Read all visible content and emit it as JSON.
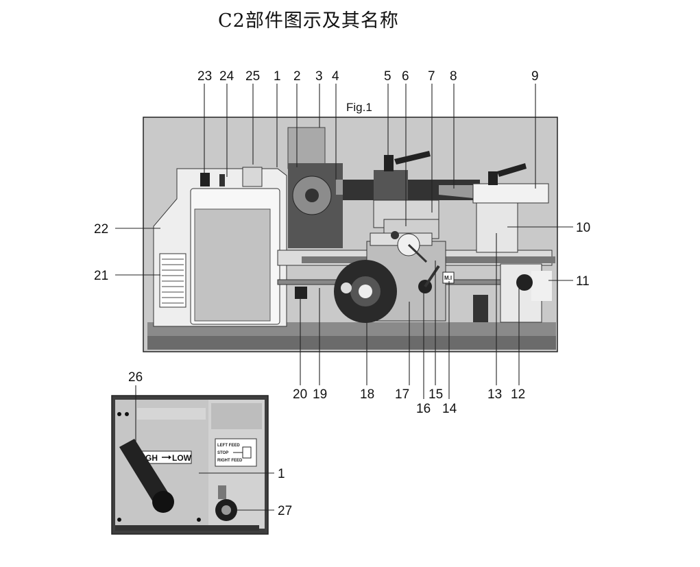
{
  "page_title": "C2部件图示及其名称",
  "figure_label": "Fig.1",
  "top_numbers": [
    "23",
    "24",
    "25",
    "1",
    "2",
    "3",
    "4",
    "5",
    "6",
    "7",
    "8",
    "9"
  ],
  "bottom_numbers": [
    "20",
    "19",
    "18",
    "17",
    "16",
    "15",
    "14",
    "13",
    "12"
  ],
  "side_numbers": [
    "22",
    "21",
    "10",
    "11"
  ],
  "inset_numbers": [
    "26",
    "1",
    "27"
  ],
  "inset_plate": {
    "high": "HIGH",
    "low": "LOW",
    "feed_left": "LEFT FEED",
    "feed_stop": "STOP",
    "feed_right": "RIGHT FEED"
  },
  "plate_mark": "M.I"
}
